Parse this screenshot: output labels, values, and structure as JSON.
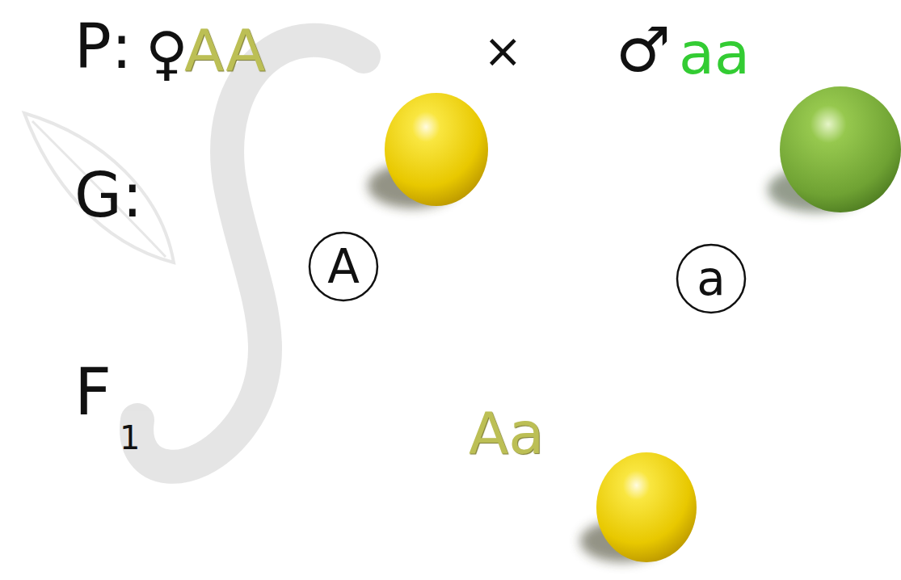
{
  "diagram": {
    "nodes": [
      {
        "text": [
          "A"
        ]
      },
      {
        "text": [
          "a"
        ]
      }
    ],
    "labels": [
      "P:",
      "♀",
      "AA",
      "×",
      "♂",
      "aa",
      "G:",
      "F",
      "1",
      "Aa"
    ]
  }
}
